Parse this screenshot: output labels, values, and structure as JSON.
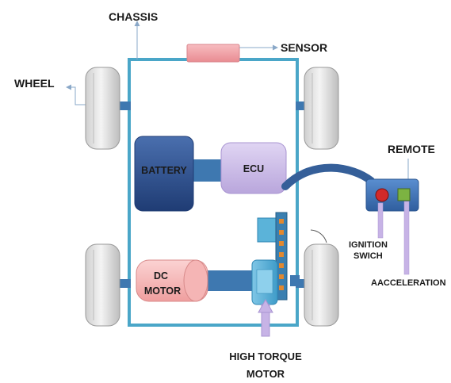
{
  "labels": {
    "chassis": "CHASSIS",
    "sensor": "SENSOR",
    "wheel": "WHEEL",
    "remote": "REMOTE",
    "battery": "BATTERY",
    "ecu": "ECU",
    "dc_motor_line1": "DC",
    "dc_motor_line2": "MOTOR",
    "ignition_line1": "IGNITION",
    "ignition_line2": "SWICH",
    "acceleration": "AACCELERATION",
    "high_torque_line1": "HIGH TORQUE",
    "high_torque_line2": "MOTOR"
  },
  "colors": {
    "chassis_frame": "#4aa6c8",
    "shaft": "#3e78b0",
    "battery": "#2b4f8e",
    "ecu": "#c9b8e6",
    "sensor": "#f2a0a6",
    "dc_motor": "#f7bcbc",
    "remote_body": "#3d6fb0",
    "cable": "#355f99",
    "ignition_button": "#d22a2a",
    "accel_button": "#7cb342",
    "wheel": "#e6e6e6",
    "gear_teeth": "#e2882e",
    "high_torque_motor": "#5bb3d9",
    "pointer_arrow": "#c7b3e6"
  },
  "icons": {
    "wheel": "wheel-icon",
    "battery": "battery-icon",
    "ecu": "ecu-icon",
    "sensor": "sensor-icon",
    "dc_motor": "dc-motor-icon",
    "remote": "remote-icon",
    "gear": "gear-icon",
    "high_torque_motor": "high-torque-motor-icon"
  }
}
